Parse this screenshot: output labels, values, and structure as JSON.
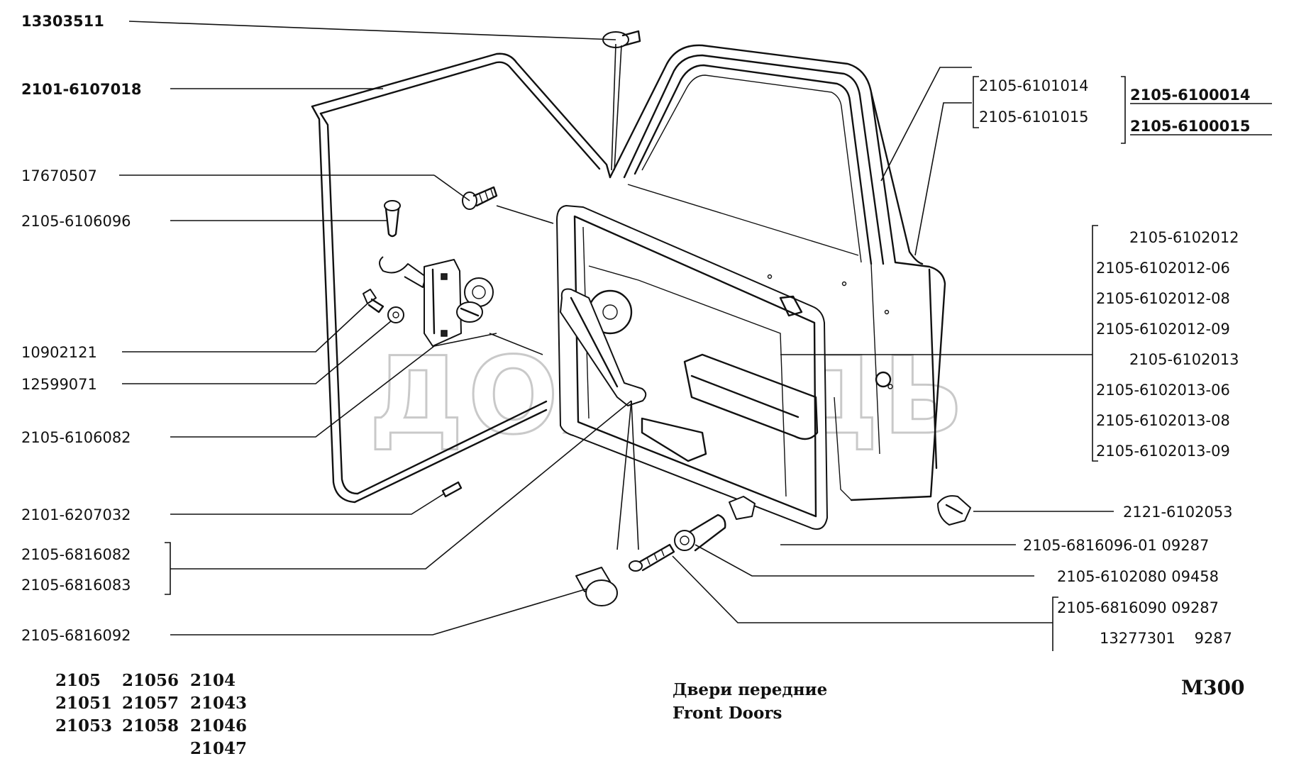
{
  "watermark": "ДОЖАДЬ",
  "labels_left": [
    "13303511",
    "2101-6107018",
    "17670507",
    "2105-6106096",
    "10902121",
    "12599071",
    "2105-6106082",
    "2101-6207032",
    "2105-6816082",
    "2105-6816083",
    "2105-6816092"
  ],
  "labels_right_top": [
    "2105-6101014",
    "2105-6101015",
    "2105-6100014",
    "2105-6100015"
  ],
  "labels_right_list": [
    "2105-6102012",
    "2105-6102012-06",
    "2105-6102012-08",
    "2105-6102012-09",
    "2105-6102013",
    "2105-6102013-06",
    "2105-6102013-08",
    "2105-6102013-09"
  ],
  "labels_right_bottom": [
    "2121-6102053",
    "2105-6816096-01 09287",
    "2105-6102080 09458",
    "2105-6816090 09287",
    "13277301    9287"
  ],
  "models": [
    [
      "2105",
      "21056",
      "2104"
    ],
    [
      "21051",
      "21057",
      "21043"
    ],
    [
      "21053",
      "21058",
      "21046"
    ],
    [
      "",
      "",
      "21047"
    ]
  ],
  "title": {
    "ru": "Двери передние",
    "en": "Front Doors"
  },
  "page_code": "M300"
}
